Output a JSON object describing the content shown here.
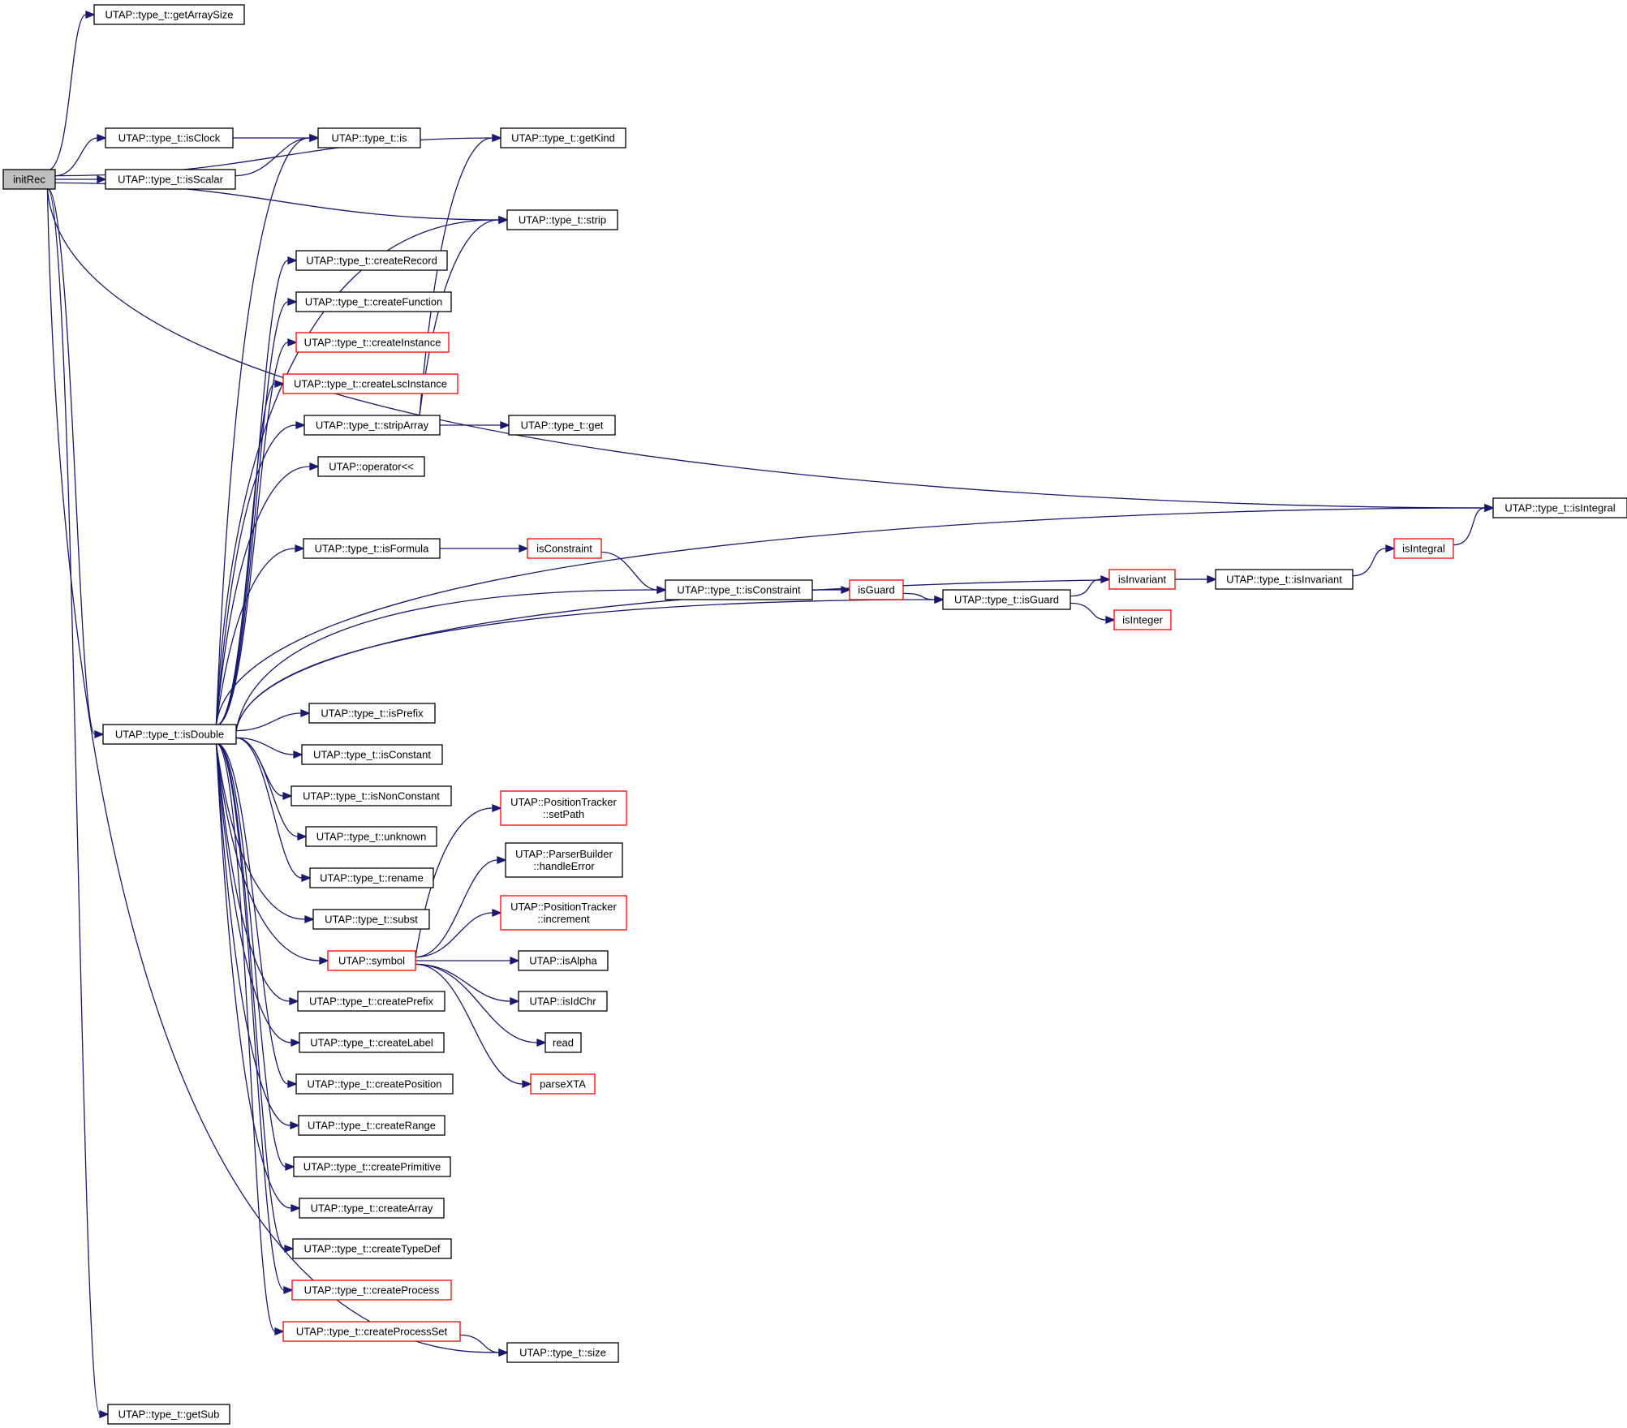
{
  "colors": {
    "edge": "#191970",
    "node_border": "#000000",
    "node_border_incomplete": "#ff0000",
    "root_fill": "#bfbfbf",
    "node_fill": "#ffffff",
    "text": "#000000"
  },
  "nodes": [
    {
      "id": "initRec",
      "lines": [
        "initRec"
      ],
      "style": "root"
    },
    {
      "id": "getArraySize",
      "lines": [
        "UTAP::type_t::getArraySize"
      ],
      "style": "normal"
    },
    {
      "id": "isClock",
      "lines": [
        "UTAP::type_t::isClock"
      ],
      "style": "normal"
    },
    {
      "id": "isScalar",
      "lines": [
        "UTAP::type_t::isScalar"
      ],
      "style": "normal"
    },
    {
      "id": "is",
      "lines": [
        "UTAP::type_t::is"
      ],
      "style": "normal"
    },
    {
      "id": "getKind",
      "lines": [
        "UTAP::type_t::getKind"
      ],
      "style": "normal"
    },
    {
      "id": "strip",
      "lines": [
        "UTAP::type_t::strip"
      ],
      "style": "normal"
    },
    {
      "id": "createRecord",
      "lines": [
        "UTAP::type_t::createRecord"
      ],
      "style": "normal"
    },
    {
      "id": "createFunction",
      "lines": [
        "UTAP::type_t::createFunction"
      ],
      "style": "normal"
    },
    {
      "id": "createInstance",
      "lines": [
        "UTAP::type_t::createInstance"
      ],
      "style": "red"
    },
    {
      "id": "createLscInstance",
      "lines": [
        "UTAP::type_t::createLscInstance"
      ],
      "style": "red"
    },
    {
      "id": "stripArray",
      "lines": [
        "UTAP::type_t::stripArray"
      ],
      "style": "normal"
    },
    {
      "id": "get",
      "lines": [
        "UTAP::type_t::get"
      ],
      "style": "normal"
    },
    {
      "id": "operatorShl",
      "lines": [
        "UTAP::operator<<"
      ],
      "style": "normal"
    },
    {
      "id": "isIntegralT",
      "lines": [
        "UTAP::type_t::isIntegral"
      ],
      "style": "normal"
    },
    {
      "id": "isFormula",
      "lines": [
        "UTAP::type_t::isFormula"
      ],
      "style": "normal"
    },
    {
      "id": "isConstraintF",
      "lines": [
        "isConstraint"
      ],
      "style": "red"
    },
    {
      "id": "isConstraintT",
      "lines": [
        "UTAP::type_t::isConstraint"
      ],
      "style": "normal"
    },
    {
      "id": "isGuardF",
      "lines": [
        "isGuard"
      ],
      "style": "red"
    },
    {
      "id": "isGuardT",
      "lines": [
        "UTAP::type_t::isGuard"
      ],
      "style": "normal"
    },
    {
      "id": "isInvariantF",
      "lines": [
        "isInvariant"
      ],
      "style": "red"
    },
    {
      "id": "isInvariantT",
      "lines": [
        "UTAP::type_t::isInvariant"
      ],
      "style": "normal"
    },
    {
      "id": "isIntegralF",
      "lines": [
        "isIntegral"
      ],
      "style": "red"
    },
    {
      "id": "isIntegerF",
      "lines": [
        "isInteger"
      ],
      "style": "red"
    },
    {
      "id": "isDouble",
      "lines": [
        "UTAP::type_t::isDouble"
      ],
      "style": "normal"
    },
    {
      "id": "isPrefix",
      "lines": [
        "UTAP::type_t::isPrefix"
      ],
      "style": "normal"
    },
    {
      "id": "isConstant",
      "lines": [
        "UTAP::type_t::isConstant"
      ],
      "style": "normal"
    },
    {
      "id": "isNonConstant",
      "lines": [
        "UTAP::type_t::isNonConstant"
      ],
      "style": "normal"
    },
    {
      "id": "unknown",
      "lines": [
        "UTAP::type_t::unknown"
      ],
      "style": "normal"
    },
    {
      "id": "rename",
      "lines": [
        "UTAP::type_t::rename"
      ],
      "style": "normal"
    },
    {
      "id": "subst",
      "lines": [
        "UTAP::type_t::subst"
      ],
      "style": "normal"
    },
    {
      "id": "symbol",
      "lines": [
        "UTAP::symbol"
      ],
      "style": "red"
    },
    {
      "id": "setPath",
      "lines": [
        "UTAP::PositionTracker",
        "::setPath"
      ],
      "style": "red"
    },
    {
      "id": "handleError",
      "lines": [
        "UTAP::ParserBuilder",
        "::handleError"
      ],
      "style": "normal"
    },
    {
      "id": "increment",
      "lines": [
        "UTAP::PositionTracker",
        "::increment"
      ],
      "style": "red"
    },
    {
      "id": "isAlpha",
      "lines": [
        "UTAP::isAlpha"
      ],
      "style": "normal"
    },
    {
      "id": "isIdChr",
      "lines": [
        "UTAP::isIdChr"
      ],
      "style": "normal"
    },
    {
      "id": "read",
      "lines": [
        "read"
      ],
      "style": "normal"
    },
    {
      "id": "parseXTA",
      "lines": [
        "parseXTA"
      ],
      "style": "red"
    },
    {
      "id": "createPrefix",
      "lines": [
        "UTAP::type_t::createPrefix"
      ],
      "style": "normal"
    },
    {
      "id": "createLabel",
      "lines": [
        "UTAP::type_t::createLabel"
      ],
      "style": "normal"
    },
    {
      "id": "createPosition",
      "lines": [
        "UTAP::type_t::createPosition"
      ],
      "style": "normal"
    },
    {
      "id": "createRange",
      "lines": [
        "UTAP::type_t::createRange"
      ],
      "style": "normal"
    },
    {
      "id": "createPrimitive",
      "lines": [
        "UTAP::type_t::createPrimitive"
      ],
      "style": "normal"
    },
    {
      "id": "createArray",
      "lines": [
        "UTAP::type_t::createArray"
      ],
      "style": "normal"
    },
    {
      "id": "createTypeDef",
      "lines": [
        "UTAP::type_t::createTypeDef"
      ],
      "style": "normal"
    },
    {
      "id": "createProcess",
      "lines": [
        "UTAP::type_t::createProcess"
      ],
      "style": "red"
    },
    {
      "id": "createProcessSet",
      "lines": [
        "UTAP::type_t::createProcessSet"
      ],
      "style": "red"
    },
    {
      "id": "size",
      "lines": [
        "UTAP::type_t::size"
      ],
      "style": "normal"
    },
    {
      "id": "getSub",
      "lines": [
        "UTAP::type_t::getSub"
      ],
      "style": "normal"
    }
  ],
  "edges": [
    [
      "initRec",
      "getArraySize"
    ],
    [
      "initRec",
      "isIntegralT"
    ],
    [
      "initRec",
      "getKind"
    ],
    [
      "initRec",
      "isClock"
    ],
    [
      "initRec",
      "isScalar"
    ],
    [
      "initRec",
      "strip"
    ],
    [
      "initRec",
      "isDouble"
    ],
    [
      "initRec",
      "size"
    ],
    [
      "initRec",
      "getSub"
    ],
    [
      "isClock",
      "is"
    ],
    [
      "isScalar",
      "is"
    ],
    [
      "isDouble",
      "is"
    ],
    [
      "isDouble",
      "strip"
    ],
    [
      "isDouble",
      "createRecord"
    ],
    [
      "isDouble",
      "createFunction"
    ],
    [
      "isDouble",
      "createInstance"
    ],
    [
      "isDouble",
      "createLscInstance"
    ],
    [
      "isDouble",
      "stripArray"
    ],
    [
      "isDouble",
      "operatorShl"
    ],
    [
      "isDouble",
      "isIntegralT"
    ],
    [
      "isDouble",
      "isFormula"
    ],
    [
      "isDouble",
      "isConstraintT"
    ],
    [
      "isDouble",
      "isGuardT"
    ],
    [
      "isDouble",
      "isInvariantT"
    ],
    [
      "isDouble",
      "isPrefix"
    ],
    [
      "isDouble",
      "isConstant"
    ],
    [
      "isDouble",
      "isNonConstant"
    ],
    [
      "isDouble",
      "unknown"
    ],
    [
      "isDouble",
      "rename"
    ],
    [
      "isDouble",
      "subst"
    ],
    [
      "isDouble",
      "symbol"
    ],
    [
      "isDouble",
      "createPrefix"
    ],
    [
      "isDouble",
      "createLabel"
    ],
    [
      "isDouble",
      "createPosition"
    ],
    [
      "isDouble",
      "createRange"
    ],
    [
      "isDouble",
      "createPrimitive"
    ],
    [
      "isDouble",
      "createArray"
    ],
    [
      "isDouble",
      "createTypeDef"
    ],
    [
      "isDouble",
      "createProcess"
    ],
    [
      "isDouble",
      "createProcessSet"
    ],
    [
      "stripArray",
      "getKind"
    ],
    [
      "stripArray",
      "strip"
    ],
    [
      "stripArray",
      "get"
    ],
    [
      "isFormula",
      "isConstraintF"
    ],
    [
      "isConstraintF",
      "isConstraintT"
    ],
    [
      "isConstraintT",
      "isGuardF"
    ],
    [
      "isGuardF",
      "isGuardT"
    ],
    [
      "isGuardT",
      "isInvariantF"
    ],
    [
      "isGuardT",
      "isIntegerF"
    ],
    [
      "isInvariantF",
      "isInvariantT"
    ],
    [
      "isInvariantT",
      "isIntegralF"
    ],
    [
      "isIntegralF",
      "isIntegralT"
    ],
    [
      "symbol",
      "setPath"
    ],
    [
      "symbol",
      "handleError"
    ],
    [
      "symbol",
      "increment"
    ],
    [
      "symbol",
      "isAlpha"
    ],
    [
      "symbol",
      "isIdChr"
    ],
    [
      "symbol",
      "read"
    ],
    [
      "symbol",
      "parseXTA"
    ],
    [
      "createProcessSet",
      "size"
    ]
  ]
}
